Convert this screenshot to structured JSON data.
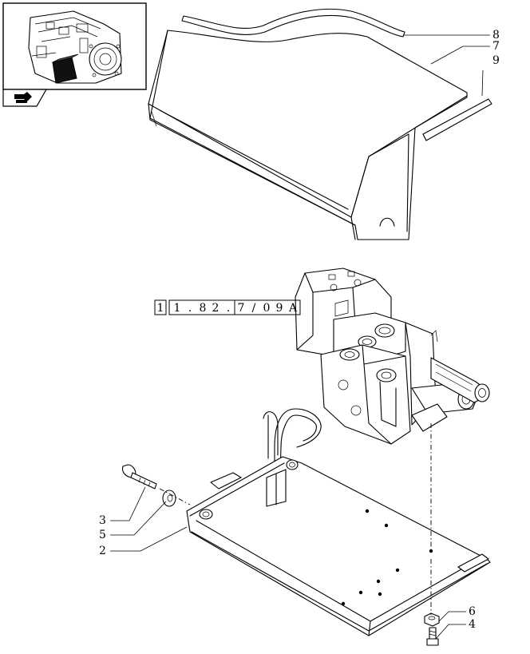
{
  "thumbnail": {
    "icon": "transmission-assembly-thumbnail"
  },
  "nav": {
    "icon": "hand-pointer-icon"
  },
  "reference": {
    "first": "1",
    "chars": [
      "1",
      ".",
      "8",
      "2",
      ".",
      "7",
      "/",
      "0",
      "9",
      "A"
    ]
  },
  "callouts": {
    "c2": "2",
    "c3": "3",
    "c4": "4",
    "c5": "5",
    "c6": "6",
    "c7": "7",
    "c8": "8",
    "c9": "9"
  }
}
